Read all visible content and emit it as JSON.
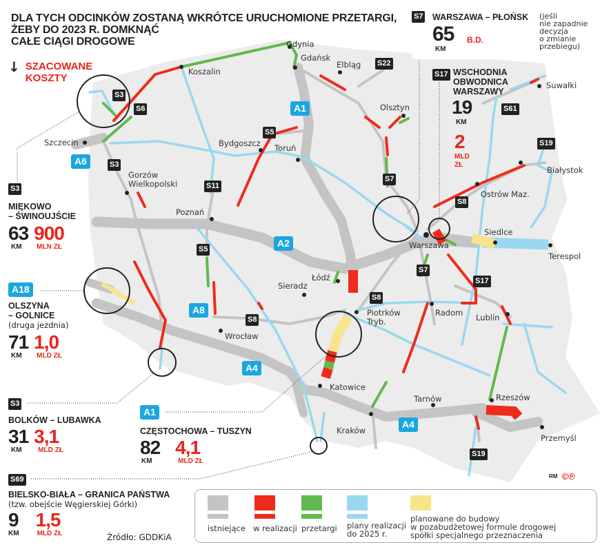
{
  "title": {
    "line1": "DLA TYCH ODCINKÓW ZOSTANĄ WKRÓTCE URUCHOMIONE PRZETARGI,",
    "line2": "ŻEBY DO 2023 R. DOMKNĄĆ",
    "line3": "CAŁE CIĄGI DROGOWE"
  },
  "costs_header": {
    "arrow_icon": "↓",
    "line1": "SZACOWANE",
    "line2": "KOSZTY"
  },
  "sections": [
    {
      "road": "S3",
      "road_type": "expressway",
      "name_line1": "MIĘKOWO",
      "name_line2": "– ŚWINOUJŚCIE",
      "km": "63",
      "km_unit": "KM",
      "cost": "900",
      "cost_unit": "MLN ZŁ"
    },
    {
      "road": "A18",
      "road_type": "motorway",
      "name_line1": "OLSZYNA",
      "name_line2": "– GOLNICE",
      "note": "(druga jezdnia)",
      "km": "71",
      "km_unit": "KM",
      "cost": "1,0",
      "cost_unit": "MLD ZŁ"
    },
    {
      "road": "S3",
      "road_type": "expressway",
      "name_line1": "BOLKÓW – LUBAWKA",
      "km": "31",
      "km_unit": "KM",
      "cost": "3,1",
      "cost_unit": "MLD ZŁ"
    },
    {
      "road": "A1",
      "road_type": "motorway",
      "name_line1": "CZĘSTOCHOWA – TUSZYN",
      "km": "82",
      "km_unit": "KM",
      "cost": "4,1",
      "cost_unit": "MLD ZŁ"
    },
    {
      "road": "S69",
      "road_type": "expressway",
      "name_line1": "BIELSKO-BIAŁA – GRANICA PAŃSTWA",
      "note": "(tzw. obejście Węgierskiej Górki)",
      "km": "9",
      "km_unit": "KM",
      "cost": "1,5",
      "cost_unit": "MLD ZŁ"
    },
    {
      "road": "S7",
      "road_type": "expressway",
      "name_line1": "WARSZAWA – PŁOŃSK",
      "note_lines": [
        "(jeśli",
        "nie zapadnie",
        "decyzja",
        "o zmianie",
        "przebiegu)"
      ],
      "km": "65",
      "km_unit": "KM",
      "cost": "B.D."
    },
    {
      "road": "S17",
      "road_type": "expressway",
      "name_lines": [
        "WSCHODNIA",
        "OBWODNICA",
        "WARSZAWY"
      ],
      "km": "19",
      "km_unit": "KM",
      "cost": "2",
      "cost_unit_lines": [
        "MLD",
        "ZŁ"
      ]
    }
  ],
  "map": {
    "cities": [
      "Gdynia",
      "Gdańsk",
      "Elbląg",
      "Koszalin",
      "Olsztyn",
      "Suwałki",
      "Szczecin",
      "Bydgoszcz",
      "Toruń",
      "Gorzów",
      "Wielkopolski",
      "Białystok",
      "Ostrów Maz.",
      "Poznań",
      "Warszawa",
      "Siedlce",
      "Terespol",
      "Łódź",
      "Sieradz",
      "Piotrków",
      "Tryb.",
      "Radom",
      "Lublin",
      "Wrocław",
      "Katowice",
      "Tarnów",
      "Rzeszów",
      "Kraków",
      "Przemyśl"
    ],
    "road_labels": {
      "motorways": [
        "A1",
        "A2",
        "A4",
        "A4",
        "A6",
        "A8"
      ],
      "expressways": [
        "S3",
        "S3",
        "S6",
        "S5",
        "S11",
        "S22",
        "S7",
        "S7",
        "S61",
        "S19",
        "S8",
        "S8",
        "S5",
        "S8",
        "S17",
        "S19"
      ]
    }
  },
  "legend": {
    "items": [
      {
        "label": "istniejące",
        "color": "#c4c4c4"
      },
      {
        "label": "w realizacji",
        "color": "#ef2b1c"
      },
      {
        "label": "przetargi",
        "color": "#62b94d"
      },
      {
        "label": "plany realizacji",
        "label2": "do 2025 r.",
        "color": "#99d8f0"
      },
      {
        "label": "planowane do budowy",
        "label2": "w pozabudżetowej formule drogowej",
        "label3": "spółki specjalnego przeznaczenia",
        "color": "#f8e58b"
      }
    ]
  },
  "source": "Źródło: GDDKiA",
  "credit": {
    "author": "RM",
    "copyright": "©℗"
  },
  "colors": {
    "existing": "#c4c4c4",
    "in_progress": "#ef2b1c",
    "tenders": "#62b94d",
    "planned_2025": "#99d8f0",
    "special_company": "#f8e58b",
    "land": "#ececec",
    "motorway_badge": "#1ba6e0",
    "expressway_badge": "#222222",
    "accent_red": "#e8261d"
  }
}
